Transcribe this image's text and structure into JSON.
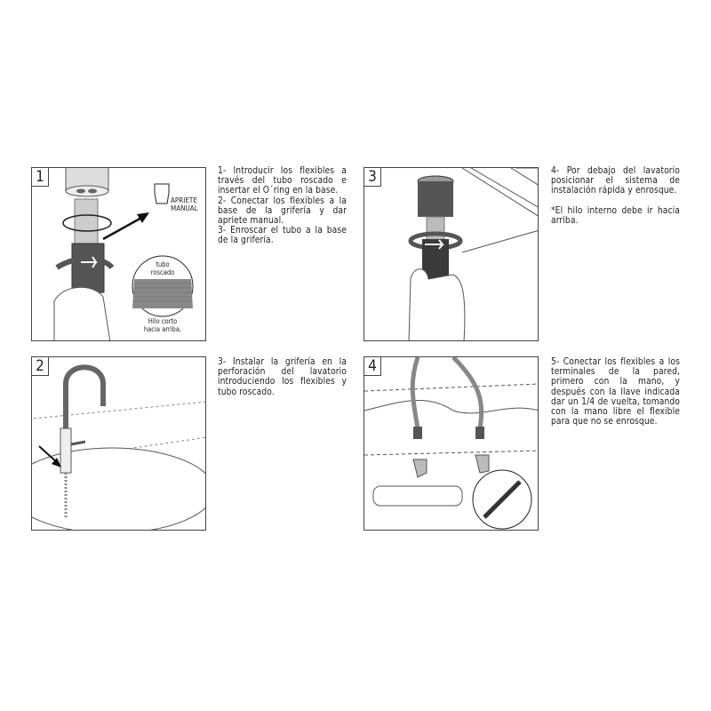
{
  "steps": [
    {
      "number": "1",
      "text": [
        "1- Introducir los flexibles a través del tubo roscado e insertar el O´ring en la base.",
        "2- Conectar los flexibles a la base de la grifería y dar apriete manual.",
        "3- Enroscar el tubo a la base de la grifería."
      ],
      "labels": {
        "apriete": "APRIETE",
        "manual": "MANUAL",
        "tubo": "tubo",
        "roscado": "roscado",
        "hilo1": "Hilo corto",
        "hilo2": "hacia arriba."
      }
    },
    {
      "number": "2",
      "text": [
        "3- Instalar la grifería en la perforación del lavatorio introduciendo los flexibles y tubo roscado."
      ]
    },
    {
      "number": "3",
      "text": [
        "4- Por debajo del lavatorio posicionar el sistema de instalación rápida y enrosque.",
        "*El hilo interno debe ir hacia arriba."
      ]
    },
    {
      "number": "4",
      "text": [
        "5- Conectar los flexibles a los terminales de la pared, primero con la mano, y después con la llave indicada dar un 1/4 de vuelta, tomando con la mano libre el flexible para que no se enrosque."
      ]
    }
  ]
}
